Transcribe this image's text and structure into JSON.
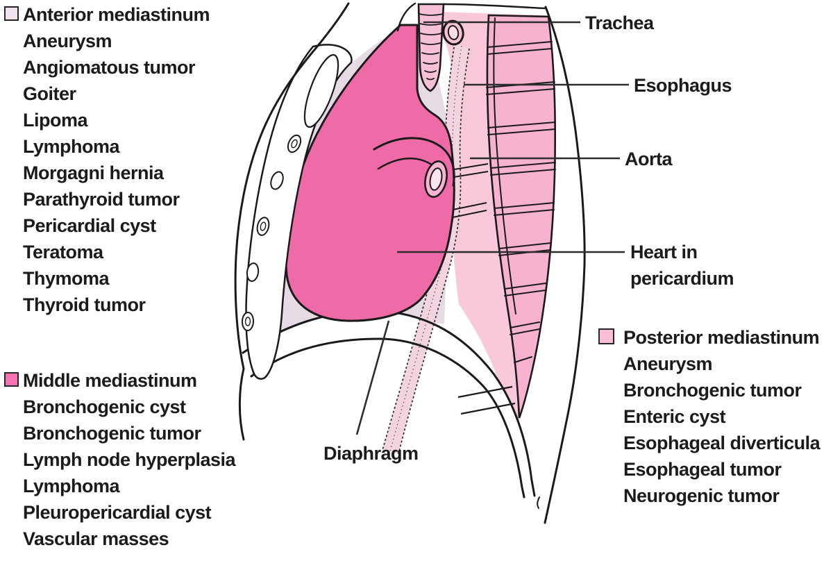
{
  "legend": {
    "anterior": {
      "title": "Anterior mediastinum",
      "swatch_color": "#efe3ed",
      "items": [
        "Aneurysm",
        "Angiomatous tumor",
        "Goiter",
        "Lipoma",
        "Lymphoma",
        "Morgagni hernia",
        "Parathyroid tumor",
        "Pericardial cyst",
        "Teratoma",
        "Thymoma",
        "Thyroid tumor"
      ]
    },
    "middle": {
      "title": "Middle mediastinum",
      "swatch_color": "#f573b1",
      "items": [
        "Bronchogenic cyst",
        "Bronchogenic tumor",
        "Lymph node hyperplasia",
        "Lymphoma",
        "Pleuropericardial cyst",
        "Vascular masses"
      ]
    },
    "posterior": {
      "title": "Posterior mediastinum",
      "swatch_color": "#f9bdd8",
      "items": [
        "Aneurysm",
        "Bronchogenic tumor",
        "Enteric cyst",
        "Esophageal diverticula",
        "Esophageal tumor",
        "Neurogenic tumor"
      ]
    }
  },
  "anatomy_labels": {
    "trachea": "Trachea",
    "esophagus": "Esophagus",
    "aorta": "Aorta",
    "heart_line1": "Heart in",
    "heart_line2": "pericardium",
    "diaphragm": "Diaphragm"
  },
  "colors": {
    "anterior_region": "#e6dbe4",
    "middle_region": "#ee6ba8",
    "posterior_region": "#f9c9db",
    "vertebrae": "#f6b2ce",
    "trachea_fill": "#f6c0d6",
    "outline": "#1a1a1a",
    "leader_line": "#2d2d2d"
  }
}
